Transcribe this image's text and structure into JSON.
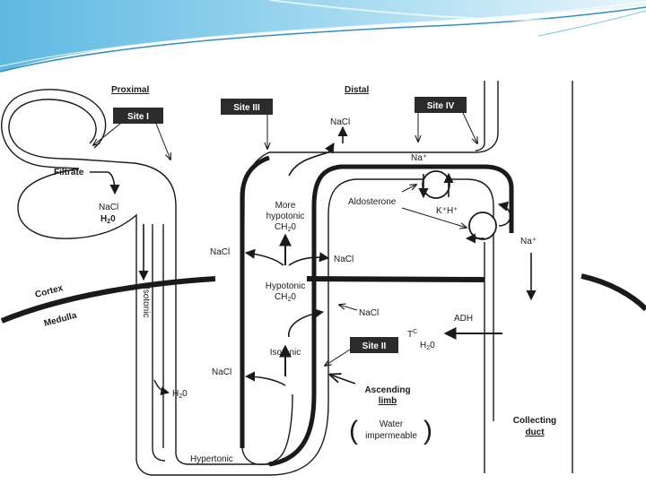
{
  "header": {
    "proximal": "Proximal",
    "distal": "Distal"
  },
  "sites": {
    "site1": "Site I",
    "site2": "Site II",
    "site3": "Site III",
    "site4": "Site IV"
  },
  "labels": {
    "filtrate": "Filtrate",
    "nacl_proximal": "NaCl",
    "h2o_proximal_main": "H",
    "h2o_proximal_sub": "2",
    "h2o_proximal_end": "0",
    "isotonic_descending": "Isotonic",
    "h2o_loop_main": "H",
    "h2o_loop_sub": "2",
    "h2o_loop_end": "0",
    "nacl_site3": "NaCl",
    "na_plus_distal": "Na⁺",
    "aldosterone": "Aldosterone",
    "k_h": "K⁺H⁺",
    "na_plus_collecting": "Na⁺",
    "more_hypotonic_1": "More",
    "more_hypotonic_2": "hypotonic",
    "ch2o_1": "CH",
    "ch2o_1_sub": "2",
    "ch2o_1_end": "0",
    "nacl_left_upper": "NaCl",
    "nacl_right_upper": "NaCl",
    "hypotonic": "Hypotonic",
    "ch2o_2": "CH",
    "ch2o_2_sub": "2",
    "ch2o_2_end": "0",
    "nacl_site2": "NaCl",
    "isotonic_ascending": "Isotonic",
    "nacl_lower": "NaCl",
    "hypertonic": "Hypertonic",
    "adh": "ADH",
    "tc": "T",
    "tc_sup": "C",
    "h2o_collecting_main": "H",
    "h2o_collecting_sub": "2",
    "h2o_collecting_end": "0",
    "ascending_limb_1": "Ascending",
    "ascending_limb_2": "limb",
    "water_impermeable_1": "Water",
    "water_impermeable_2": "impermeable",
    "collecting_duct_1": "Collecting",
    "collecting_duct_2": "duct",
    "cortex": "Cortex",
    "medulla": "Medulla"
  },
  "colors": {
    "banner_light": "#d8eef8",
    "banner_mid": "#8fd0ec",
    "banner_dark": "#3aa3d6",
    "ink": "#1a1a1a",
    "site_fill": "#2b2b2b"
  }
}
